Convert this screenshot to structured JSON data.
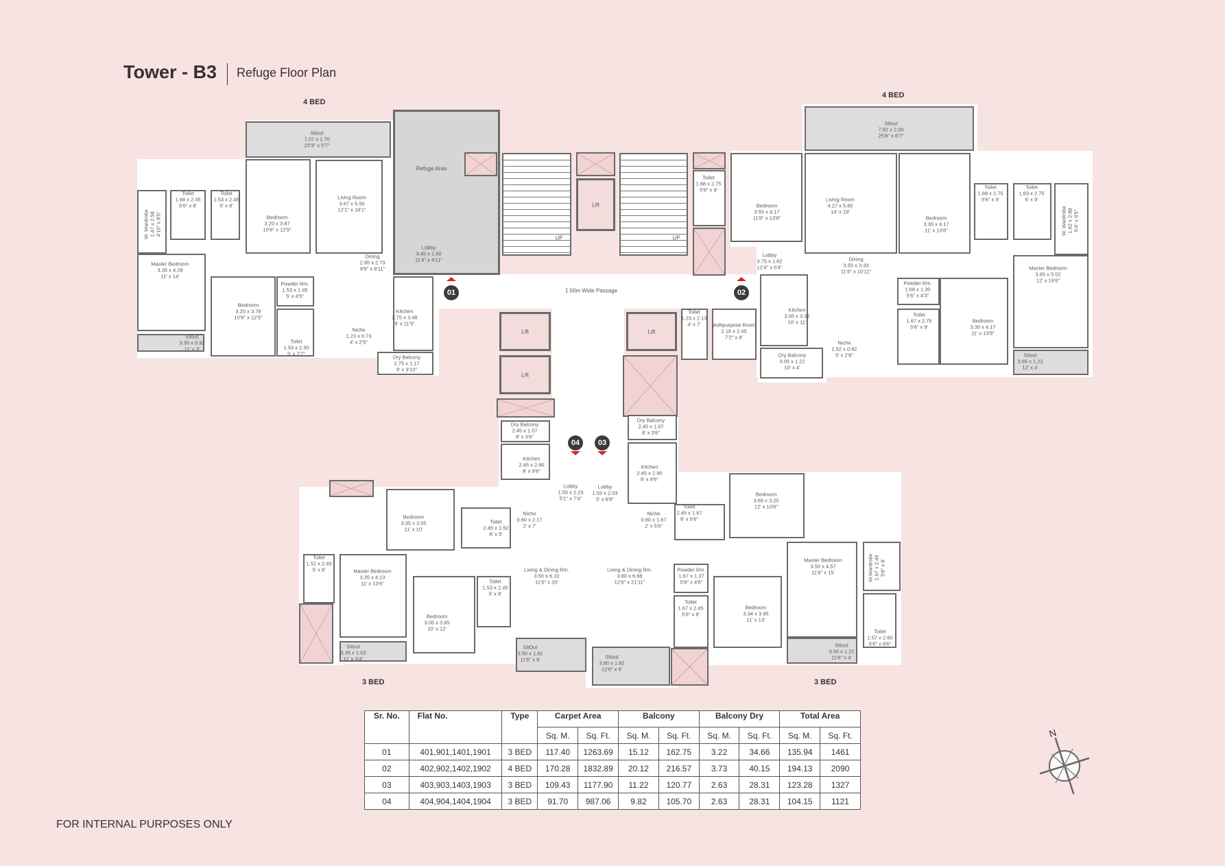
{
  "header": {
    "title": "Tower - B3",
    "subtitle": "Refuge Floor Plan"
  },
  "bed_labels": {
    "top_left": "4 BED",
    "top_right": "4 BED",
    "bottom_left": "3 BED",
    "bottom_right": "3 BED"
  },
  "core": {
    "refuge_area": "Refuge Area",
    "passage": "1.50m Wide Passage",
    "lifts": [
      "Lift",
      "Lift",
      "Lift",
      "Lift"
    ],
    "stairs": [
      "UP",
      "UP"
    ],
    "flat_markers": [
      "01",
      "02",
      "03",
      "04"
    ]
  },
  "flats": [
    {
      "id": "01",
      "rooms": [
        {
          "name": "Sitout",
          "metric": "7.07 x 1.70",
          "imperial": "23'3\" x 5'7\""
        },
        {
          "name": "Bedroom",
          "metric": "3.20 x 3.87",
          "imperial": "10'6\" x 12'9\""
        },
        {
          "name": "Living Room",
          "metric": "3.67 x 5.50",
          "imperial": "12'1\" x 18'1\""
        },
        {
          "name": "Toilet",
          "metric": "1.68 x 2.45",
          "imperial": "5'6\" x 8'"
        },
        {
          "name": "Toilet",
          "metric": "1.53 x 2.45",
          "imperial": "5' x 8'"
        },
        {
          "name": "W. Wardrobe",
          "metric": "1.47 x 2.58",
          "imperial": "4'10\" x 8'5\""
        },
        {
          "name": "Master Bedroom",
          "metric": "3.35 x 4.28",
          "imperial": "11' x 14'"
        },
        {
          "name": "Bedroom",
          "metric": "3.20 x 3.78",
          "imperial": "10'6\" x 12'5\""
        },
        {
          "name": "Powder Rm.",
          "metric": "1.53 x 1.45",
          "imperial": "5' x 4'5\""
        },
        {
          "name": "Toilet",
          "metric": "1.53 x 2.30",
          "imperial": "5' x 7'7\""
        },
        {
          "name": "Sitout",
          "metric": "3.35 x 0.92",
          "imperial": "11' x 3'"
        },
        {
          "name": "Dining",
          "metric": "2.95 x 2.73",
          "imperial": "9'8\" x 8'11\""
        },
        {
          "name": "Kitchen",
          "metric": "2.75 x 3.48",
          "imperial": "9' x 11'5\""
        },
        {
          "name": "Niche",
          "metric": "1.23 x 0.73",
          "imperial": "4' x 2'5\""
        },
        {
          "name": "Dry Balcony",
          "metric": "2.75 x 1.17",
          "imperial": "9' x 3'10\""
        },
        {
          "name": "Lobby",
          "metric": "3.45 x 1.50",
          "imperial": "11'4\" x 4'11\""
        }
      ]
    },
    {
      "id": "02",
      "rooms": [
        {
          "name": "Sitout",
          "metric": "7.82 x 2.00",
          "imperial": "25'8\" x 6'7\""
        },
        {
          "name": "Living Room",
          "metric": "4.27 x 5.80",
          "imperial": "14' x 19'"
        },
        {
          "name": "Bedroom",
          "metric": "3.35 x 4.17",
          "imperial": "11' x 13'8\""
        },
        {
          "name": "Bedroom",
          "metric": "3.55 x 4.17",
          "imperial": "11'8\" x 13'8\""
        },
        {
          "name": "Toilet",
          "metric": "1.68 x 2.75",
          "imperial": "5'6\" x 9'"
        },
        {
          "name": "Toilet",
          "metric": "1.83 x 2.75",
          "imperial": "6' x 9'"
        },
        {
          "name": "W. Wardrobe",
          "metric": "1.62 x 2.88",
          "imperial": "5'4\" x 9'5\""
        },
        {
          "name": "Master Bedroom",
          "metric": "3.65 x 5.02",
          "imperial": "12' x 16'6\""
        },
        {
          "name": "Sitout",
          "metric": "3.65 x 1.22",
          "imperial": "12' x 4'"
        },
        {
          "name": "Bedroom",
          "metric": "3.35 x 4.17",
          "imperial": "11' x 13'8\""
        },
        {
          "name": "Powder Rm.",
          "metric": "1.68 x 1.30",
          "imperial": "5'6\" x 4'3\""
        },
        {
          "name": "Toilet",
          "metric": "1.67 x 2.75",
          "imperial": "5'6\" x 9'"
        },
        {
          "name": "Dining",
          "metric": "3.55 x 3.33",
          "imperial": "11'8\" x 10'11\""
        },
        {
          "name": "Lobby",
          "metric": "3.75 x 1.62",
          "imperial": "12'4\" x 5'4\""
        },
        {
          "name": "Kitchen",
          "metric": "3.05 x 3.35",
          "imperial": "10' x 11'"
        },
        {
          "name": "Niche",
          "metric": "1.52 x 0.82",
          "imperial": "5' x 2'8\""
        },
        {
          "name": "Dry Balcony",
          "metric": "3.05 x 1.22",
          "imperial": "10' x 4'"
        },
        {
          "name": "Toilet",
          "metric": "1.68 x 2.75",
          "imperial": "5'6\" x 9'"
        },
        {
          "name": "Toilet",
          "metric": "1.23 x 2.13",
          "imperial": "4' x 7'"
        },
        {
          "name": "Multipurpose Room",
          "metric": "2.18 x 2.45",
          "imperial": "7'2\" x 8'"
        }
      ]
    },
    {
      "id": "03",
      "rooms": [
        {
          "name": "Dry Balcony",
          "metric": "2.45 x 1.07",
          "imperial": "8' x 3'6\""
        },
        {
          "name": "Kitchen",
          "metric": "2.45 x 2.90",
          "imperial": "8' x 9'6\""
        },
        {
          "name": "Lobby",
          "metric": "1.53 x 2.03",
          "imperial": "5' x 6'8\""
        },
        {
          "name": "Bedroom",
          "metric": "3.65 x 3.20",
          "imperial": "12' x 10'6\""
        },
        {
          "name": "Toilet",
          "metric": "2.45 x 1.67",
          "imperial": "8' x 5'6\""
        },
        {
          "name": "Niche",
          "metric": "0.60 x 1.67",
          "imperial": "2' x 5'6\""
        },
        {
          "name": "Living & Dining Rm.",
          "metric": "3.80 x 6.68",
          "imperial": "12'6\" x 21'11\""
        },
        {
          "name": "Powder Rm.",
          "metric": "1.67 x 1.37",
          "imperial": "5'6\" x 4'6\""
        },
        {
          "name": "Toilet",
          "metric": "1.67 x 2.45",
          "imperial": "5'6\" x 8'"
        },
        {
          "name": "Bedroom",
          "metric": "3.34 x 3.95",
          "imperial": "11' x 13'"
        },
        {
          "name": "Master Bedroom",
          "metric": "3.50 x 4.57",
          "imperial": "11'6\" x 15'"
        },
        {
          "name": "W.Wardrobe",
          "metric": "1.67 x 2.49",
          "imperial": "5'6\" x 8'"
        },
        {
          "name": "Toilet",
          "metric": "1.57 x 2.60",
          "imperial": "5'6\" x 8'6\""
        },
        {
          "name": "Sitout",
          "metric": "3.50 x 1.22",
          "imperial": "11'6\" x 4'"
        },
        {
          "name": "Sitout",
          "metric": "3.80 x 1.82",
          "imperial": "12'6\" x 6'"
        }
      ]
    },
    {
      "id": "04",
      "rooms": [
        {
          "name": "Dry Balcony",
          "metric": "2.45 x 1.07",
          "imperial": "8' x 3'6\""
        },
        {
          "name": "Kitchen",
          "metric": "2.45 x 2.90",
          "imperial": "8' x 9'6\""
        },
        {
          "name": "Lobby",
          "metric": "1.55 x 2.23",
          "imperial": "5'1\" x 7'4\""
        },
        {
          "name": "Bedroom",
          "metric": "3.35 x 3.05",
          "imperial": "11' x 10'"
        },
        {
          "name": "Toilet",
          "metric": "2.45 x 1.52",
          "imperial": "8' x 5'"
        },
        {
          "name": "Niche",
          "metric": "0.60 x 2.17",
          "imperial": "2' x 7'"
        },
        {
          "name": "Living & Dining Rm.",
          "metric": "3.50 x 6.10",
          "imperial": "11'6\" x 20'"
        },
        {
          "name": "Master Bedroom",
          "metric": "3.35 x 4.13",
          "imperial": "11' x 13'6\""
        },
        {
          "name": "Toilet",
          "metric": "1.52 x 2.45",
          "imperial": "5' x 8'"
        },
        {
          "name": "Bedroom",
          "metric": "3.05 x 3.65",
          "imperial": "10' x 12'"
        },
        {
          "name": "Toilet",
          "metric": "1.53 x 2.45",
          "imperial": "5' x 8'"
        },
        {
          "name": "Sitout",
          "metric": "3.35 x 1.03",
          "imperial": "11' x 3'4\""
        },
        {
          "name": "SitOut",
          "metric": "3.50 x 1.82",
          "imperial": "11'6\" x 6'"
        }
      ]
    }
  ],
  "area_table": {
    "headers": {
      "sr_no": "Sr. No.",
      "flat_no": "Flat No.",
      "type": "Type",
      "carpet_area": "Carpet Area",
      "balcony": "Balcony",
      "balcony_dry": "Balcony Dry",
      "total_area": "Total Area"
    },
    "units": [
      "Sq. M.",
      "Sq. Ft.",
      "Sq. M.",
      "Sq. Ft.",
      "Sq. M.",
      "Sq. Ft.",
      "Sq. M.",
      "Sq. Ft."
    ],
    "rows": [
      [
        "01",
        "401,901,1401,1901",
        "3 BED",
        "117.40",
        "1263.69",
        "15.12",
        "162.75",
        "3.22",
        "34.66",
        "135.94",
        "1461"
      ],
      [
        "02",
        "402,902,1402,1902",
        "4 BED",
        "170.28",
        "1832.89",
        "20.12",
        "216.57",
        "3.73",
        "40.15",
        "194.13",
        "2090"
      ],
      [
        "03",
        "403,903,1403,1903",
        "3 BED",
        "109.43",
        "1177.90",
        "11.22",
        "120.77",
        "2.63",
        "28.31",
        "123.28",
        "1327"
      ],
      [
        "04",
        "404,904,1404,1904",
        "3 BED",
        "91.70",
        "987.06",
        "9.82",
        "105.70",
        "2.63",
        "28.31",
        "104.15",
        "1121"
      ]
    ]
  },
  "compass": {
    "label": "N",
    "icon": "compass-rose-icon"
  },
  "footer": "FOR INTERNAL PURPOSES ONLY",
  "colors": {
    "background": "#f6e3e2",
    "walls": "#5e5e5e",
    "sitout": "#dedcdc",
    "duct": "#f1d3d3",
    "marker": "#3b3b3b",
    "entry_arrow": "#e02020"
  }
}
